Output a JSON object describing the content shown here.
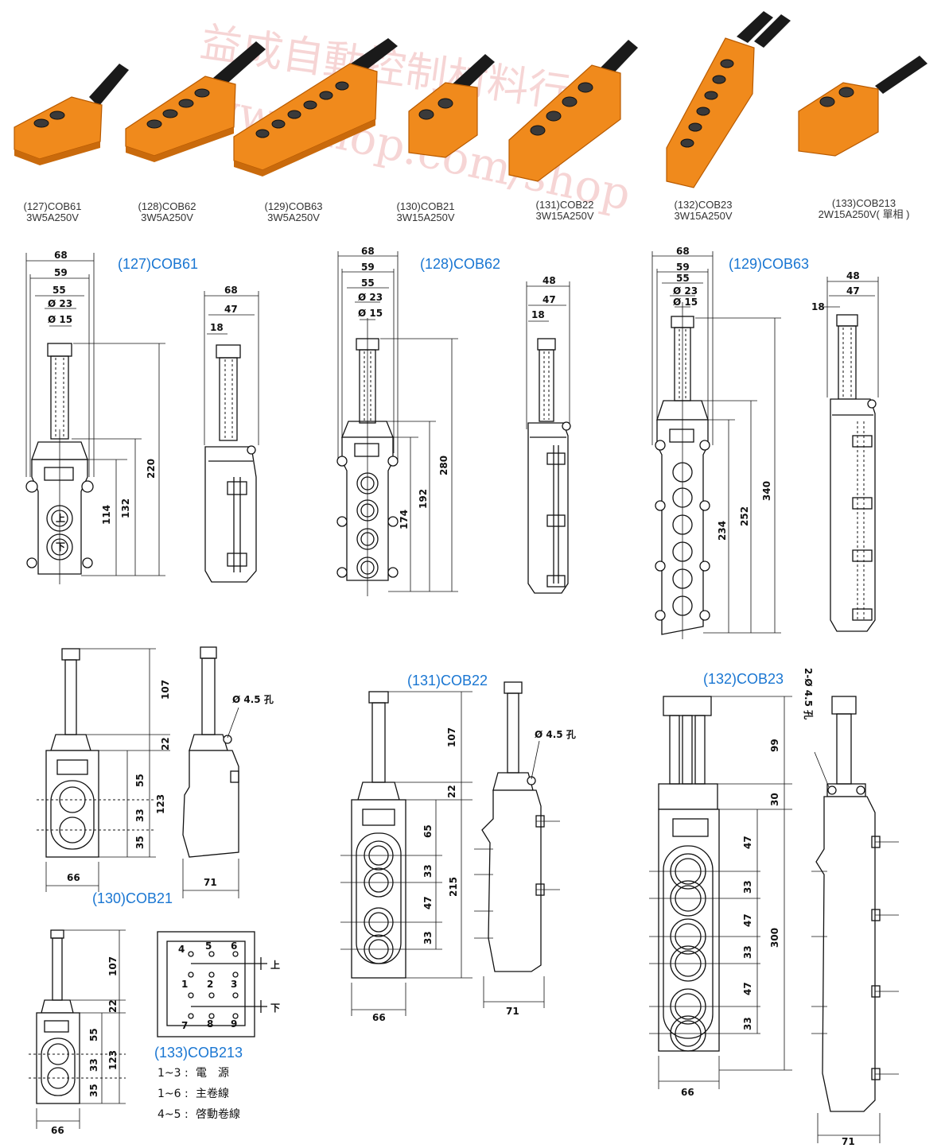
{
  "watermark": {
    "line1": "益成自動控制材料行",
    "line2": "www.nop.com/shop"
  },
  "products": [
    {
      "model": "(127)COB61",
      "rating": "3W5A250V"
    },
    {
      "model": "(128)COB62",
      "rating": "3W5A250V"
    },
    {
      "model": "(129)COB63",
      "rating": "3W5A250V"
    },
    {
      "model": "(130)COB21",
      "rating": "3W15A250V"
    },
    {
      "model": "(131)COB22",
      "rating": "3W15A250V"
    },
    {
      "model": "(132)COB23",
      "rating": "3W15A250V"
    },
    {
      "model": "(133)COB213",
      "rating": "2W15A250V( 單相 )"
    }
  ],
  "drawings": {
    "cob61": {
      "title": "(127)COB61",
      "front": {
        "w1": "68",
        "w2": "59",
        "w3": "55",
        "d1": "Ø 23",
        "d2": "Ø 15",
        "h1": "114",
        "h2": "132",
        "h3": "220",
        "b1": "上",
        "b2": "下"
      },
      "side": {
        "w1": "68",
        "w2": "47",
        "w3": "18"
      }
    },
    "cob62": {
      "title": "(128)COB62",
      "front": {
        "w1": "68",
        "w2": "59",
        "w3": "55",
        "d1": "Ø 23",
        "d2": "Ø 15",
        "h1": "174",
        "h2": "192",
        "h3": "280"
      },
      "side": {
        "w1": "48",
        "w2": "47",
        "w3": "18"
      }
    },
    "cob63": {
      "title": "(129)COB63",
      "front": {
        "w1": "68",
        "w2": "59",
        "w3": "55",
        "d1": "Ø 23",
        "d2": "Ø 15",
        "h1": "234",
        "h2": "252",
        "h3": "340"
      },
      "side": {
        "w1": "48",
        "w2": "47",
        "w3": "18"
      }
    },
    "cob21": {
      "title": "(130)COB21",
      "h107": "107",
      "h22": "22",
      "h55": "55",
      "h33": "33",
      "h35": "35",
      "h123": "123",
      "w66": "66",
      "w71": "71",
      "hole": "Ø 4.5 孔"
    },
    "cob22": {
      "title": "(131)COB22",
      "h107": "107",
      "h22": "22",
      "h65": "65",
      "h33a": "33",
      "h47": "47",
      "h33b": "33",
      "h215": "215",
      "w66": "66",
      "w71": "71",
      "hole": "Ø 4.5 孔"
    },
    "cob23": {
      "title": "(132)COB23",
      "h99": "99",
      "h30": "30",
      "h47a": "47",
      "h33a": "33",
      "h47b": "47",
      "h33b": "33",
      "h47c": "47",
      "h33c": "33",
      "h300": "300",
      "w66": "66",
      "w71": "71",
      "hole": "2-Ø 4.5 孔"
    },
    "cob213": {
      "title": "(133)COB213",
      "h107": "107",
      "h22": "22",
      "h55": "55",
      "h33": "33",
      "h35": "35",
      "h123": "123",
      "w66": "66",
      "terminals": [
        "4",
        "5",
        "6",
        "1",
        "2",
        "3",
        "7",
        "8",
        "9"
      ],
      "up": "上",
      "down": "下",
      "legend": [
        {
          "range": "1~3 :",
          "desc": "電　源"
        },
        {
          "range": "1~6 :",
          "desc": "主卷線"
        },
        {
          "range": "4~5 :",
          "desc": "啓動卷線"
        }
      ]
    }
  }
}
